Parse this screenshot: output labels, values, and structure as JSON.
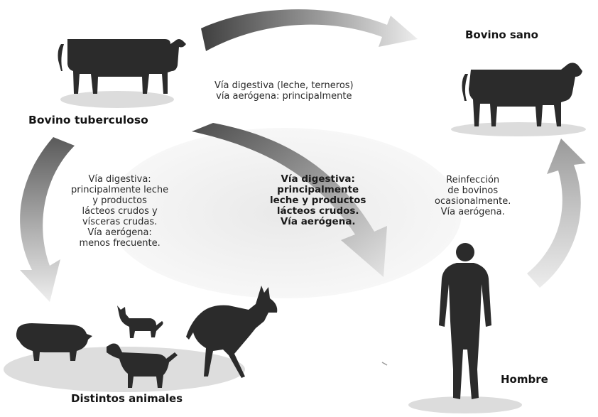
{
  "nodes": {
    "bovino_tuberculoso": "Bovino tuberculoso",
    "bovino_sano": "Bovino sano",
    "distintos_animales": "Distintos animales",
    "hombre": "Hombre"
  },
  "routes": {
    "top": [
      "Vía digestiva (leche, terneros)",
      "vía aerógena: principalmente"
    ],
    "left": [
      "Vía digestiva:",
      "principalmente leche",
      "y productos",
      "lácteos crudos y",
      "vísceras crudas.",
      "Vía aerógena:",
      "menos frecuente."
    ],
    "center": [
      "Vía digestiva:",
      "principalmente",
      "leche y productos",
      "lácteos crudos.",
      "Vía aerógena."
    ],
    "right": [
      "Reinfección",
      "de bovinos",
      "ocasionalmente.",
      "Vía aerógena."
    ]
  },
  "colors": {
    "silhouette": "#2b2b2b",
    "arrow_dark": "#4a4a4a",
    "arrow_light": "#e6e6e6",
    "ellipse": "#efefef",
    "shadow": "#d9d9d9"
  }
}
